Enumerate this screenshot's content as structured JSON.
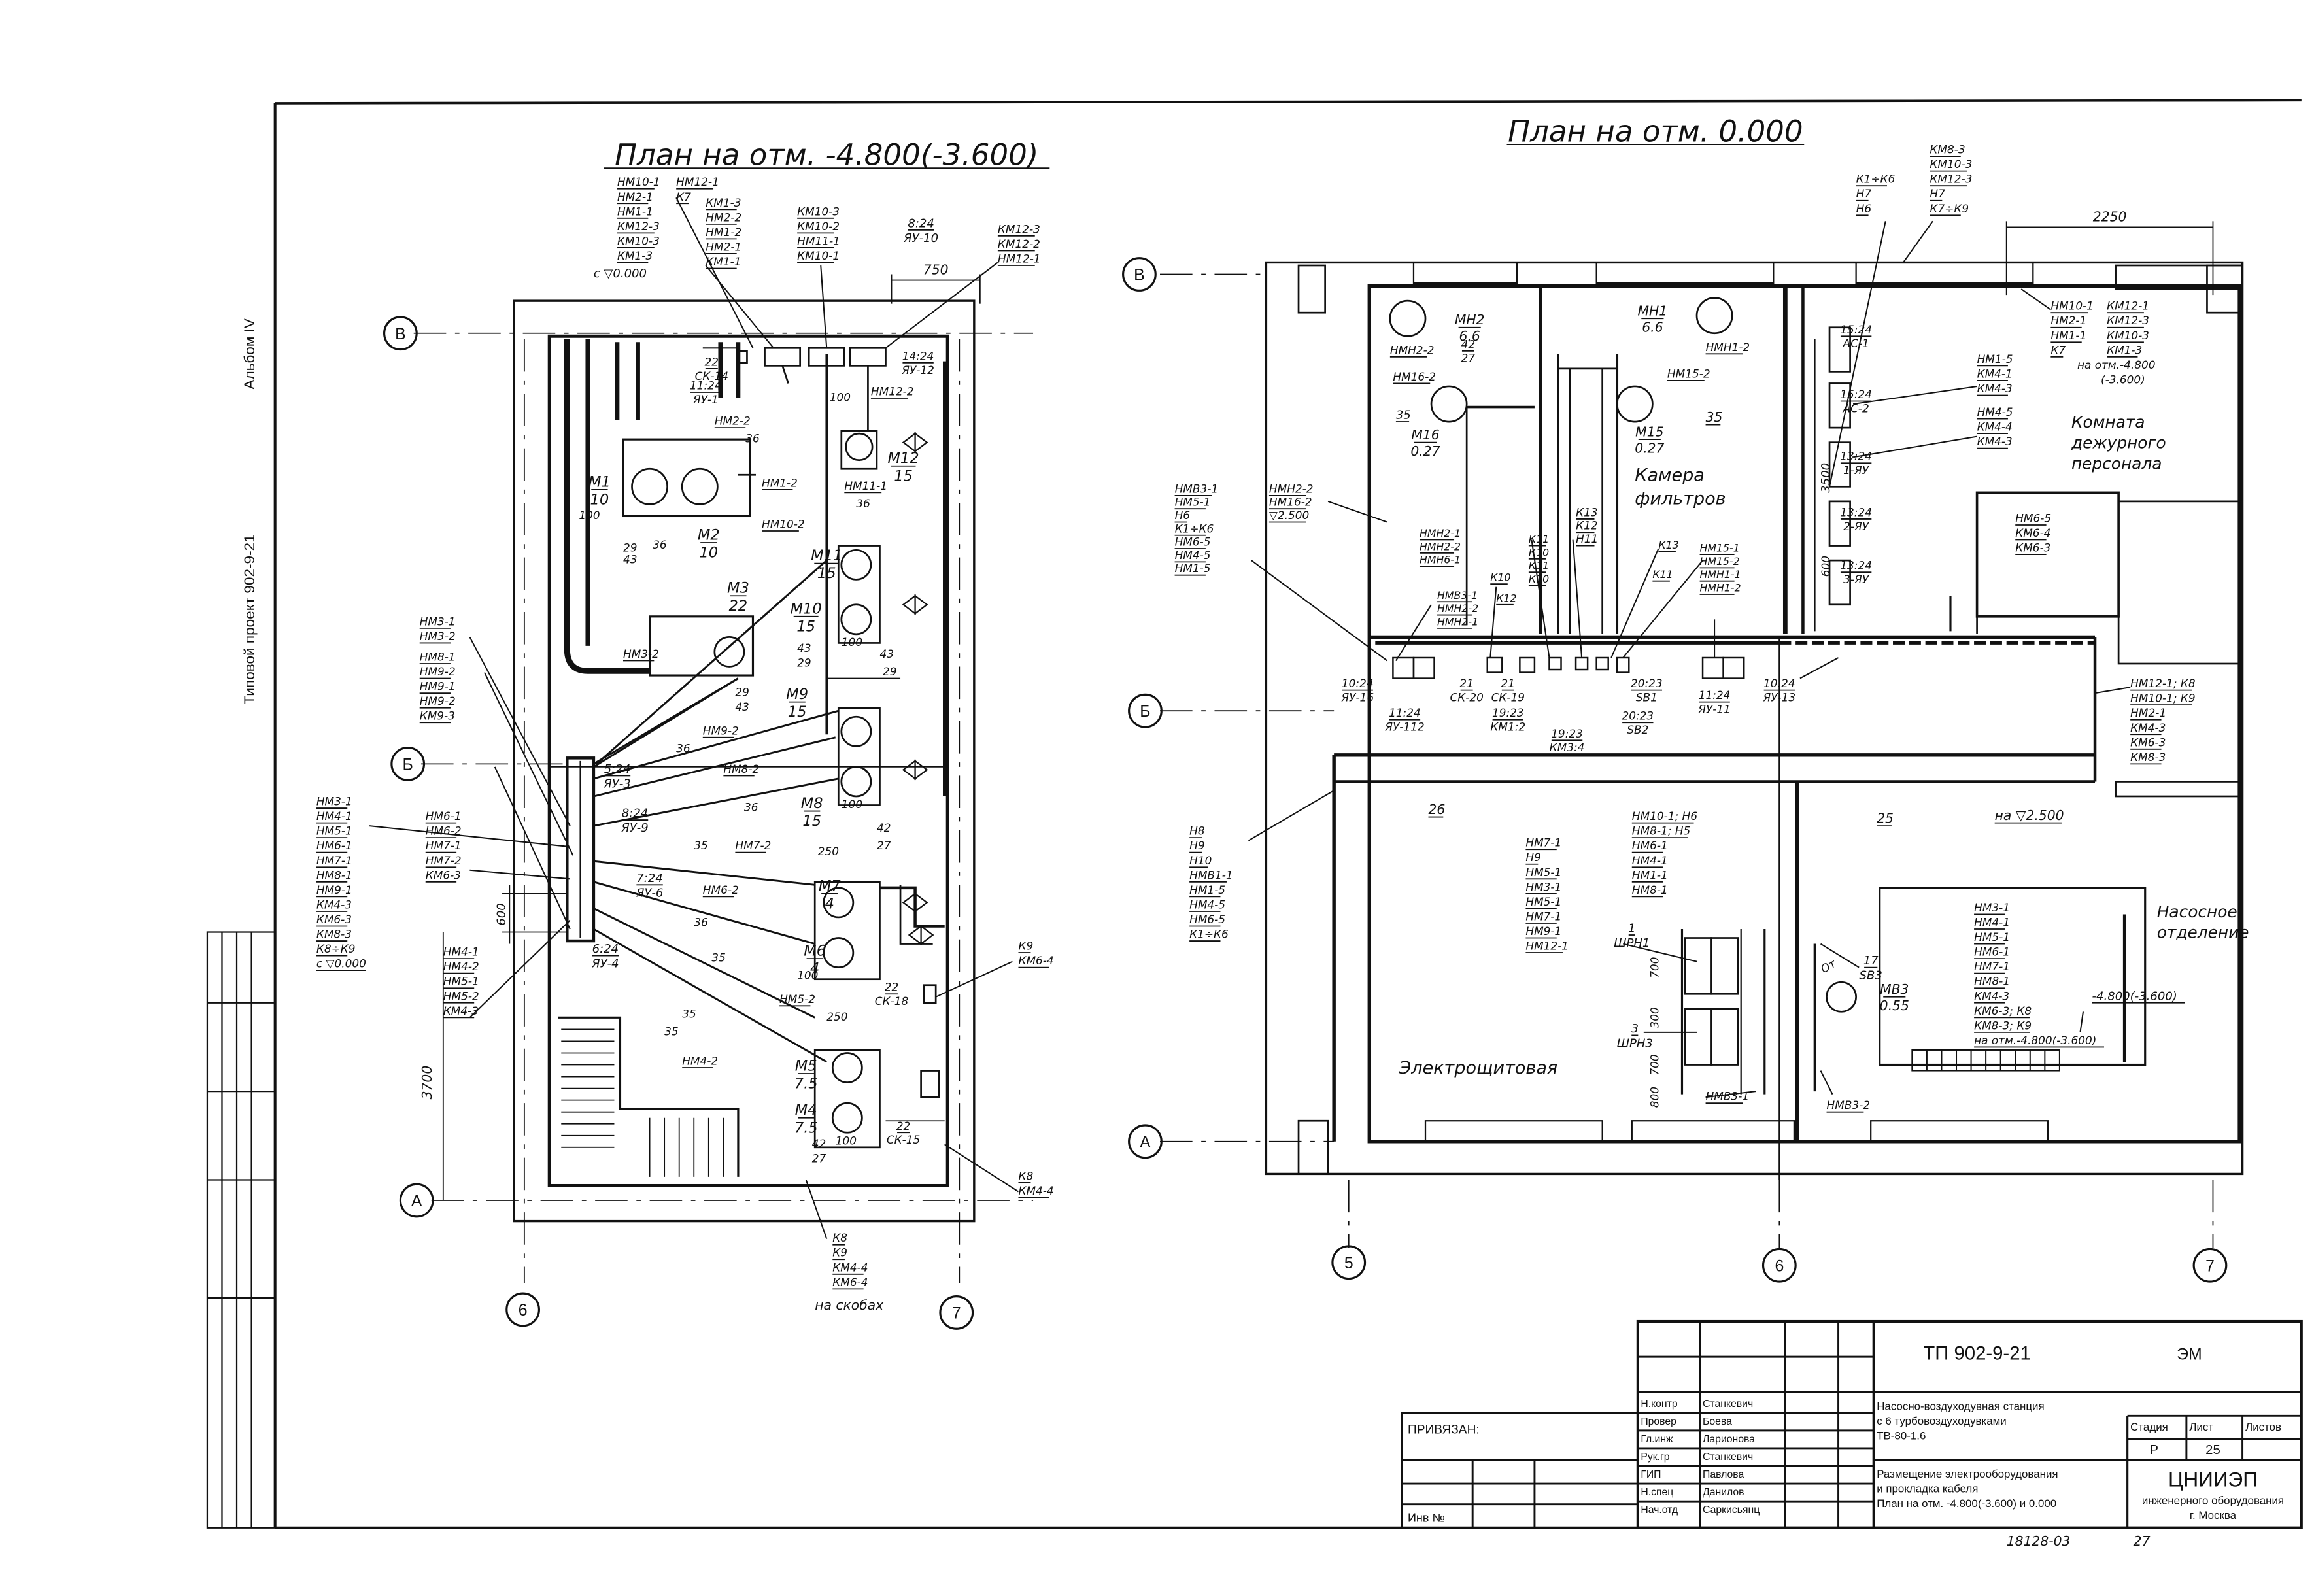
{
  "left_plan": {
    "title": "План на отм. -4.800(-3.600)",
    "axes": [
      "В",
      "Б",
      "А",
      "6",
      "7"
    ],
    "dims": {
      "d750": "750",
      "d600": "600",
      "d3700": "3700"
    },
    "top_callouts": [
      [
        "НМ10-1",
        "НМ12-1"
      ],
      [
        "НМ2-1",
        "К7"
      ],
      [
        "НМ1-1"
      ],
      [
        "КМ12-3"
      ],
      [
        "КМ10-3"
      ],
      [
        "КМ1-3"
      ],
      [
        "с ▽0.000"
      ]
    ],
    "mid_callout_1": [
      "КМ1-3",
      "НМ2-2",
      "НМ1-2",
      "НМ2-1",
      "КМ1-1"
    ],
    "mid_callout_2": [
      "КМ10-3",
      "КМ10-2",
      "НМ11-1",
      "КМ10-1"
    ],
    "right_callout": [
      "КМ12-3",
      "КМ12-2",
      "НМ12-1"
    ],
    "ay10": [
      "8:24",
      "ЯУ-10"
    ],
    "ay12": [
      "14:24",
      "ЯУ-12"
    ],
    "ay1": [
      "11:24",
      "ЯУ-1"
    ],
    "ck14": [
      "22",
      "СК-14"
    ],
    "motors": [
      {
        "id": "m1",
        "name": "М1",
        "val": "10"
      },
      {
        "id": "m2",
        "name": "М2",
        "val": "10"
      },
      {
        "id": "m3",
        "name": "М3",
        "val": "22"
      },
      {
        "id": "m12",
        "name": "М12",
        "val": "15"
      },
      {
        "id": "m11",
        "name": "М11",
        "val": "15"
      },
      {
        "id": "m10",
        "name": "М10",
        "val": "15"
      },
      {
        "id": "m9",
        "name": "М9",
        "val": "15"
      },
      {
        "id": "m8",
        "name": "М8",
        "val": "15"
      },
      {
        "id": "m7",
        "name": "М7",
        "val": "4"
      },
      {
        "id": "m6",
        "name": "М6",
        "val": "4"
      },
      {
        "id": "m5",
        "name": "М5",
        "val": "7.5"
      },
      {
        "id": "m4",
        "name": "М4",
        "val": "7.5"
      }
    ],
    "cables": {
      "nm22": "НМ2-2",
      "nm12": "НМ1-2",
      "nm122": "НМ12-2",
      "nm111": "НМ11-1",
      "nm102": "НМ10-2",
      "nm32": "НМ3-2",
      "nm92": "НМ9-2",
      "nm82": "НМ8-2",
      "nm72": "НМ7-2",
      "nm62": "НМ6-2",
      "nm52": "НМ5-2",
      "nm42": "НМ4-2"
    },
    "cable_nums": {
      "c36a": "36",
      "c36b": "36",
      "c36c": "36",
      "c36d": "36",
      "c36e": "36",
      "c36f": "36",
      "c43a": "43",
      "c29a": "29",
      "c43b": "43",
      "c29b": "29",
      "c29c": "29",
      "c43c": "43",
      "c43d": "43",
      "c29d": "29",
      "c35a": "35",
      "c35b": "35",
      "c35c": "35",
      "c35d": "35",
      "c250a": "250",
      "c250b": "250",
      "c42a": "42",
      "c27a": "27",
      "c42b": "42",
      "c27b": "27",
      "c100a": "100",
      "c100b": "100",
      "c100c": "100",
      "c100d": "100",
      "c100e": "100",
      "c100f": "100"
    },
    "ay3": [
      "5:24",
      "ЯУ-3"
    ],
    "ay9": [
      "8:24",
      "ЯУ-9"
    ],
    "ay6": [
      "7:24",
      "ЯУ-6"
    ],
    "ay4": [
      "6:24",
      "ЯУ-4"
    ],
    "nm3_callout": [
      "НМ3-1",
      "НМ3-2"
    ],
    "nm8_callout": [
      "НМ8-1",
      "НМ9-2",
      "НМ9-1",
      "НМ9-2",
      "КМ9-3"
    ],
    "left_big": [
      "НМ3-1",
      "НМ4-1",
      "НМ5-1",
      "НМ6-1",
      "НМ7-1",
      "НМ8-1",
      "НМ9-1",
      "КМ4-3",
      "КМ6-3",
      "КМ8-3",
      "К8÷К9",
      "с ▽0.000"
    ],
    "nm6_callout": [
      "НМ6-1",
      "НМ6-2",
      "НМ7-1",
      "НМ7-2",
      "КМ6-3"
    ],
    "nm4_callout": [
      "НМ4-1",
      "НМ4-2",
      "НМ5-1",
      "НМ5-2",
      "КМ4-3"
    ],
    "ck18": [
      "22",
      "СК-18"
    ],
    "ck15": [
      "22",
      "СК-15"
    ],
    "k9": [
      "К9",
      "КМ6-4"
    ],
    "k8r": [
      "К8",
      "КМ4-4"
    ],
    "bottom_callout": [
      "К8",
      "К9",
      "КМ4-4",
      "КМ6-4"
    ],
    "on_brackets": "на скобах"
  },
  "right_plan": {
    "title": "План на отм. 0.000",
    "axes": [
      "В",
      "Б",
      "А",
      "5",
      "6",
      "7"
    ],
    "dim2250": "2250",
    "top_callout_a": [
      "К1÷К6",
      "Н7",
      "Н6"
    ],
    "top_callout_b": [
      "КМ8-3",
      "КМ10-3",
      "КМ12-3",
      "Н7",
      "К7÷К9"
    ],
    "mn2": [
      "МН2",
      "6.6"
    ],
    "mn1": [
      "МН1",
      "6.6"
    ],
    "m16": [
      "М16",
      "0.27"
    ],
    "m15": [
      "М15",
      "0.27"
    ],
    "c42": [
      "42",
      "27"
    ],
    "nmn22": "НМН2-2",
    "nmn12": "НМН1-2",
    "nm162": "НМ16-2",
    "nm152": "НМ15-2",
    "c35a": "35",
    "c35b": "35",
    "room_filters": [
      "Камера",
      "фильтров"
    ],
    "room_duty": [
      "Комната",
      "дежурного",
      "персонала"
    ],
    "room_pump": [
      "Насосное",
      "отделение"
    ],
    "room_elec": "Электрощитовая",
    "duty_callout": [
      "НМ10-1",
      "КМ12-1",
      "НМ2-1",
      "КМ12-3",
      "НМ1-1",
      "КМ10-3",
      "К7",
      "КМ1-3",
      "на отм.-4.800",
      "(-3.600)"
    ],
    "ac1": [
      "15:24",
      "АС-1"
    ],
    "ac2": [
      "15:24",
      "АС-2"
    ],
    "py1": [
      "13:24",
      "1-ЯУ"
    ],
    "py2": [
      "13:24",
      "2-ЯУ"
    ],
    "py3": [
      "13:24",
      "3-ЯУ"
    ],
    "d3500": "3500",
    "d600": "600",
    "km5_callout": [
      "НМ1-5",
      "КМ4-1",
      "КМ4-3"
    ],
    "km4_callout": [
      "НМ4-5",
      "КМ4-4",
      "КМ4-3"
    ],
    "nm65_callout": [
      "НМ6-5",
      "КМ6-4",
      "КМ6-3"
    ],
    "left_callout_a": [
      "НМВ3-1",
      "НМ5-1",
      "Н6",
      "К1÷К6",
      "НМ6-5",
      "НМ4-5",
      "НМ1-5"
    ],
    "nmn22_callout": [
      "НМН2-2",
      "НМ16-2",
      "▽2.500"
    ],
    "nmn21": [
      "НМН2-1",
      "НМН2-2",
      "НМН6-1"
    ],
    "nmv31": [
      "НМВ3-1",
      "НМН2-2",
      "НМН2-1"
    ],
    "k_list1": [
      "К11",
      "К10",
      "К11",
      "К10"
    ],
    "k_list2": [
      "К13",
      "К12",
      "Н11"
    ],
    "k12": "К12",
    "k10": "К10",
    "k13": "К13",
    "k11": "К11",
    "nm153": [
      "НМ15-1",
      "НМ15-2",
      "НМН1-1",
      "НМН1-2"
    ],
    "ay16": [
      "10:24",
      "ЯУ-16"
    ],
    "ay112": [
      "11:24",
      "ЯУ-112"
    ],
    "ck20": [
      "21",
      "СК-20"
    ],
    "ck19": [
      "21",
      "СК-19"
    ],
    "km12": [
      "19:23",
      "КМ1:2"
    ],
    "km34": [
      "19:23",
      "КМ3:4"
    ],
    "sb1": [
      "20:23",
      "SB1"
    ],
    "sb2": [
      "20:23",
      "SB2"
    ],
    "ay11": [
      "11:24",
      "ЯУ-11"
    ],
    "ay13": [
      "10:24",
      "ЯУ-13"
    ],
    "right_mid_callout": [
      "НМ12-1; К8",
      "НМ10-1; К9",
      "НМ2-1",
      "КМ4-3",
      "КМ6-3",
      "КМ8-3"
    ],
    "left_callout_b": [
      "Н8",
      "Н9",
      "Н10",
      "НМВ1-1",
      "НМ1-5",
      "НМ4-5",
      "НМ6-5",
      "К1÷К6"
    ],
    "c26": "26",
    "c25": "25",
    "on2500": "на ▽2.500",
    "elec_callout": [
      "НМ7-1",
      "Н9",
      "НМ5-1",
      "НМ3-1",
      "НМ5-1",
      "НМ7-1",
      "НМ9-1",
      "НМ12-1"
    ],
    "elec_callout_b": [
      "НМ10-1; Н6",
      "НМ8-1; Н5",
      "НМ6-1",
      "НМ4-1",
      "НМ1-1",
      "НМ8-1"
    ],
    "shr1": [
      "1",
      "ШРН1"
    ],
    "shr3": [
      "3",
      "ШРН3"
    ],
    "dims_v": [
      "700",
      "300",
      "700"
    ],
    "d800": "800",
    "sb3": [
      "17",
      "SB3"
    ],
    "mv3": [
      "МВ3",
      "0.55"
    ],
    "nmv32": "НМВ3-2",
    "nmv31b": "НМВ3-1",
    "pump_callout": [
      "НМ3-1",
      "НМ4-1",
      "НМ5-1",
      "НМ6-1",
      "НМ7-1",
      "НМ8-1",
      "КМ4-3",
      "КМ6-3; К8",
      "КМ8-3; К9",
      "на отм.-4.800(-3.600)"
    ],
    "level": "-4.800(-3.600)",
    "ot": "От"
  },
  "left_stamp": {
    "album": "Альбом IV",
    "project": "Типовой проект 902-9-21"
  },
  "title_block": {
    "code": "ТП 902-9-21",
    "mark": "ЭМ",
    "linked": "ПРИВЯЗАН:",
    "inv": "Инв №",
    "people": [
      [
        "Н.контр",
        "Станкевич"
      ],
      [
        "Провер",
        "Боева"
      ],
      [
        "Гл.инж",
        "Ларионова"
      ],
      [
        "Рук.гр",
        "Станкевич"
      ],
      [
        "ГИП",
        "Павлова"
      ],
      [
        "Н.спец",
        "Данилов"
      ],
      [
        "Нач.отд",
        "Саркисьянц"
      ]
    ],
    "object": [
      "Насосно-воздуходувная станция",
      "с 6 турбовоздуходувками",
      "ТВ-80-1.6"
    ],
    "sheet_title": [
      "Размещение электрооборудования",
      "и прокладка кабеля",
      "План на отм. -4.800(-3.600) и 0.000"
    ],
    "stage_h": "Стадия",
    "sheet_h": "Лист",
    "sheets_h": "Листов",
    "stage": "Р",
    "sheet": "25",
    "org": [
      "ЦНИИЭП",
      "инженерного оборудования",
      "г. Москва"
    ],
    "number": "18128-03",
    "page": "27"
  }
}
